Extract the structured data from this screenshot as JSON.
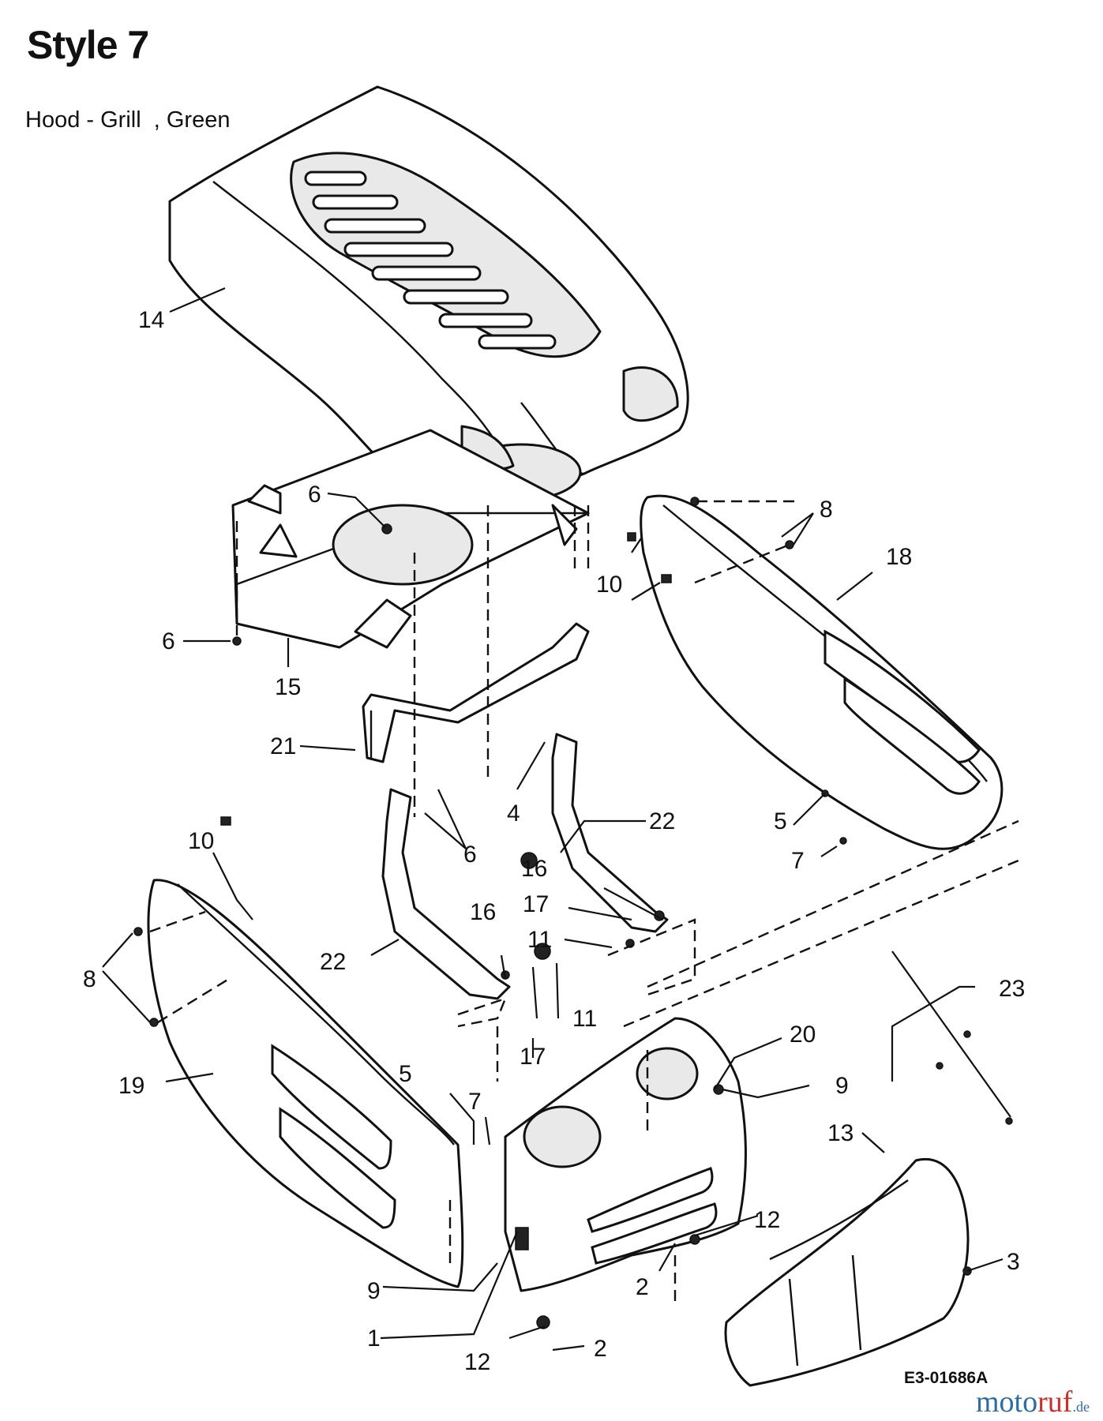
{
  "title": "Style 7",
  "subtitle": "Hood - Grill  , Green",
  "drawing_code": "E3-01686A",
  "watermark": {
    "part1": "moto",
    "part2": "ruf",
    "suffix": ".de"
  },
  "callouts": {
    "c14": "14",
    "c6a": "6",
    "c6b": "6",
    "c15": "15",
    "c8a": "8",
    "c10a": "10",
    "c18": "18",
    "c21": "21",
    "c6c": "6",
    "c4": "4",
    "c22a": "22",
    "c5a": "5",
    "c7a": "7",
    "c16a": "16",
    "c17a": "17",
    "c11a": "11",
    "c10b": "10",
    "c8b": "8",
    "c22b": "22",
    "c16b": "16",
    "c11b": "11",
    "c17b": "17",
    "c23": "23",
    "c20": "20",
    "c19": "19",
    "c5b": "5",
    "c7b": "7",
    "c9a": "9",
    "c13": "13",
    "c12a": "12",
    "c3": "3",
    "c9b": "9",
    "c2a": "2",
    "c1": "1",
    "c12b": "12",
    "c2b": "2"
  }
}
